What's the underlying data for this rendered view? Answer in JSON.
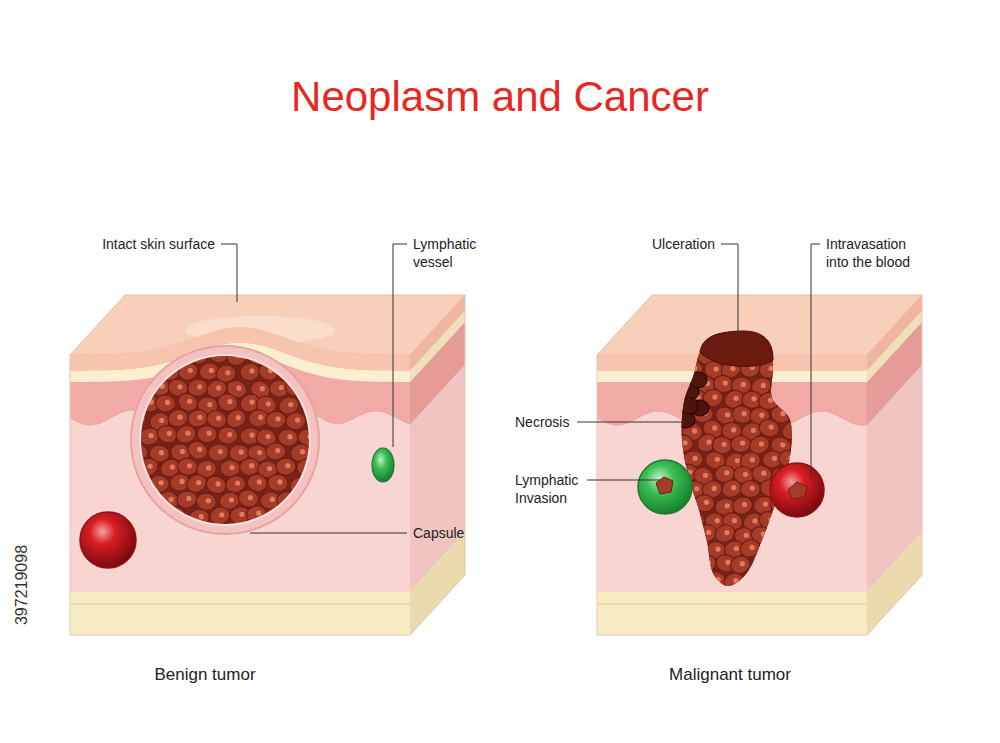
{
  "diagram": {
    "title": "Neoplasm and Cancer",
    "nodes": [
      {
        "text": [
          "Benign tumor"
        ]
      },
      {
        "text": [
          "Malignant tumor"
        ]
      }
    ],
    "labels": [
      "Intact skin surface",
      "Lymphatic vessel",
      "Capsule",
      "Ulceration",
      "Intravasation into the blood",
      "Necrosis",
      "Lymphatic Invasion",
      "397219098"
    ]
  }
}
